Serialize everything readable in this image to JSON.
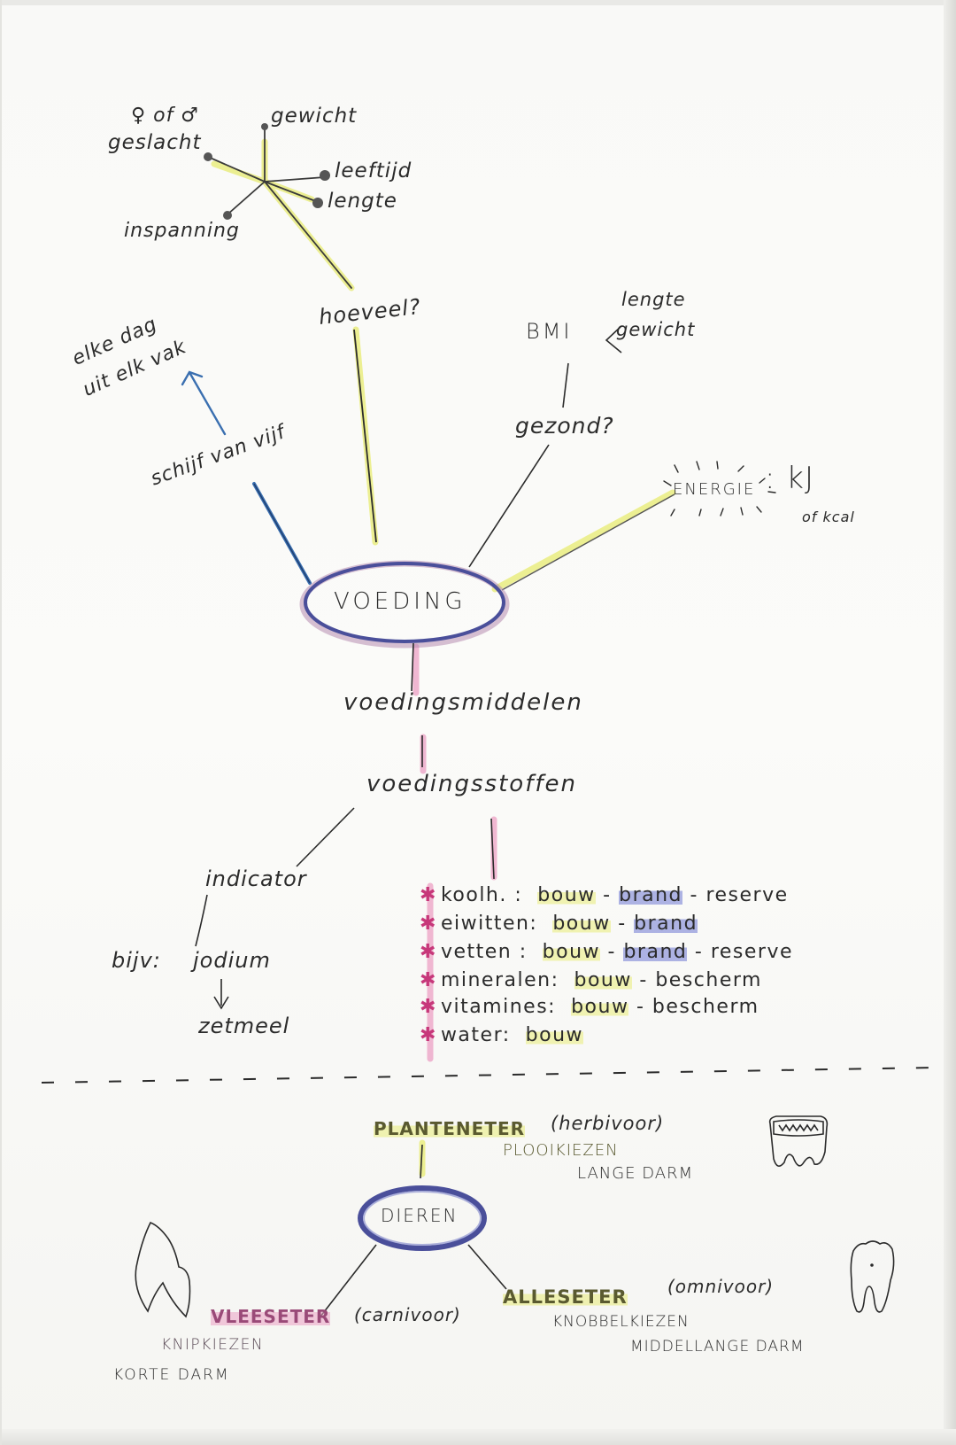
{
  "diagram": {
    "type": "handwritten-mind-map",
    "topic": "Voeding",
    "center_node": {
      "label": "VOEDING"
    },
    "hoeveel_cluster": {
      "question": "hoeveel?",
      "factors": [
        "gewicht",
        "leeftijd",
        "lengte",
        "inspanning",
        "geslacht"
      ],
      "gender_note": "♀ of ♂"
    },
    "schijf_van_vijf": {
      "label": "schijf van vijf",
      "note_line1": "elke dag",
      "note_line2": "uit elk vak"
    },
    "gezond_branch": {
      "label": "gezond?",
      "bmi": "BMI",
      "bmi_factors": [
        "lengte",
        "gewicht"
      ]
    },
    "energie_branch": {
      "label": "ENERGIE",
      "unit": ": kJ",
      "unit_alt": "of kcal"
    },
    "voedingsmiddelen": {
      "label": "voedingsmiddelen"
    },
    "voedingsstoffen": {
      "label": "voedingsstoffen",
      "items": [
        {
          "name": "koolh.",
          "sep": ":",
          "roles": [
            "bouw",
            "brand",
            "reserve"
          ]
        },
        {
          "name": "eiwitten",
          "sep": ":",
          "roles": [
            "bouw",
            "brand"
          ]
        },
        {
          "name": "vetten",
          "sep": ":",
          "roles": [
            "bouw",
            "brand",
            "reserve"
          ]
        },
        {
          "name": "mineralen",
          "sep": ":",
          "roles": [
            "bouw",
            "bescherm"
          ]
        },
        {
          "name": "vitamines",
          "sep": ":",
          "roles": [
            "bouw",
            "bescherm"
          ]
        },
        {
          "name": "water",
          "sep": ":",
          "roles": [
            "bouw"
          ]
        }
      ],
      "rendered": [
        "koolh. : bouw - brand - reserve",
        "eiwitten: bouw - brand",
        "vetten : bouw - brand - reserve",
        "mineralen: bouw - bescherm",
        "vitamines: bouw - bescherm",
        "water: bouw"
      ]
    },
    "indicator": {
      "label": "indicator",
      "example_prefix": "bijv:",
      "example": "jodium",
      "detects": "zetmeel"
    },
    "dieren_section": {
      "center_node": {
        "label": "DIEREN"
      },
      "planteneter": {
        "label": "PLANTENETER",
        "latin": "(herbivoor)",
        "teeth": "PLOOIKIEZEN",
        "gut": "LANGE DARM"
      },
      "vleeseter": {
        "label": "VLEESETER",
        "latin": "(carnivoor)",
        "teeth": "KNIPKIEZEN",
        "gut": "KORTE DARM"
      },
      "alleseter": {
        "label": "ALLESETER",
        "latin": "(omnivoor)",
        "teeth": "KNOBBELKIEZEN",
        "gut": "MIDDELLANGE DARM"
      }
    },
    "colors": {
      "ink": "#2b2b2b",
      "node_outline": "#4a4f9a",
      "highlight_yellow": "#e8ec78",
      "highlight_pink": "#eca0c4",
      "highlight_blue": "#6e78d2",
      "arrow_blue": "#3a6fb0",
      "paper": "#f9f9f7"
    }
  }
}
